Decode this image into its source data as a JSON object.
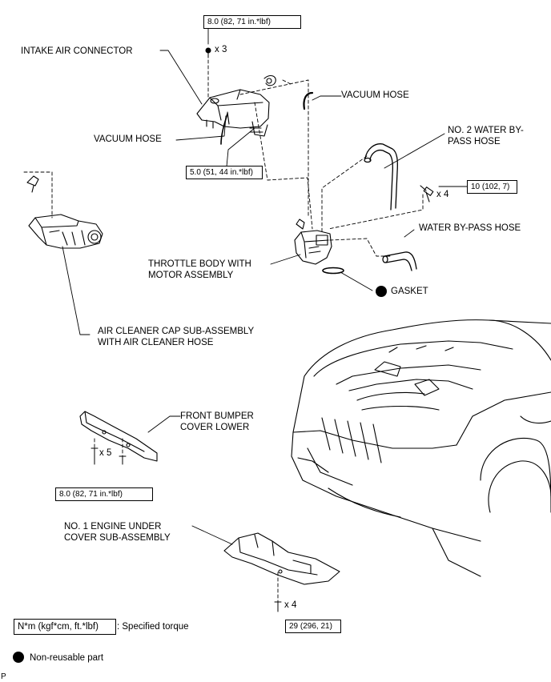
{
  "labels": {
    "intake_air_connector": "INTAKE AIR CONNECTOR",
    "vacuum_hose_right": "VACUUM HOSE",
    "vacuum_hose_left": "VACUUM HOSE",
    "no2_water_bypass_hose_l1": "NO. 2 WATER BY-",
    "no2_water_bypass_hose_l2": "PASS HOSE",
    "water_bypass_hose": "WATER BY-PASS HOSE",
    "throttle_body_l1": "THROTTLE BODY WITH",
    "throttle_body_l2": "MOTOR ASSEMBLY",
    "gasket": "GASKET",
    "air_cleaner_l1": "AIR CLEANER CAP SUB-ASSEMBLY",
    "air_cleaner_l2": "WITH AIR CLEANER HOSE",
    "front_bumper_l1": "FRONT BUMPER",
    "front_bumper_l2": "COVER LOWER",
    "engine_under_cover_l1": "NO. 1 ENGINE UNDER",
    "engine_under_cover_l2": "COVER SUB-ASSEMBLY"
  },
  "torques": {
    "intake_connector": "8.0 (82, 71 in.*lbf)",
    "vacuum_hose_clamp": "5.0 (51, 44 in.*lbf)",
    "throttle_body_bolts": "10 (102, 7)",
    "bumper_cover": "8.0 (82, 71 in.*lbf)",
    "under_cover": "29 (296, 21)"
  },
  "quantities": {
    "intake_connector": "x 3",
    "throttle_body_bolts": "x 4",
    "bumper_cover": "x 5",
    "under_cover": "x 4"
  },
  "legend": {
    "torque_unit": "N*m (kgf*cm, ft.*lbf)",
    "torque_text": ": Specified torque",
    "nonreusable_text": "Non-reusable part"
  },
  "corner_mark": "P"
}
